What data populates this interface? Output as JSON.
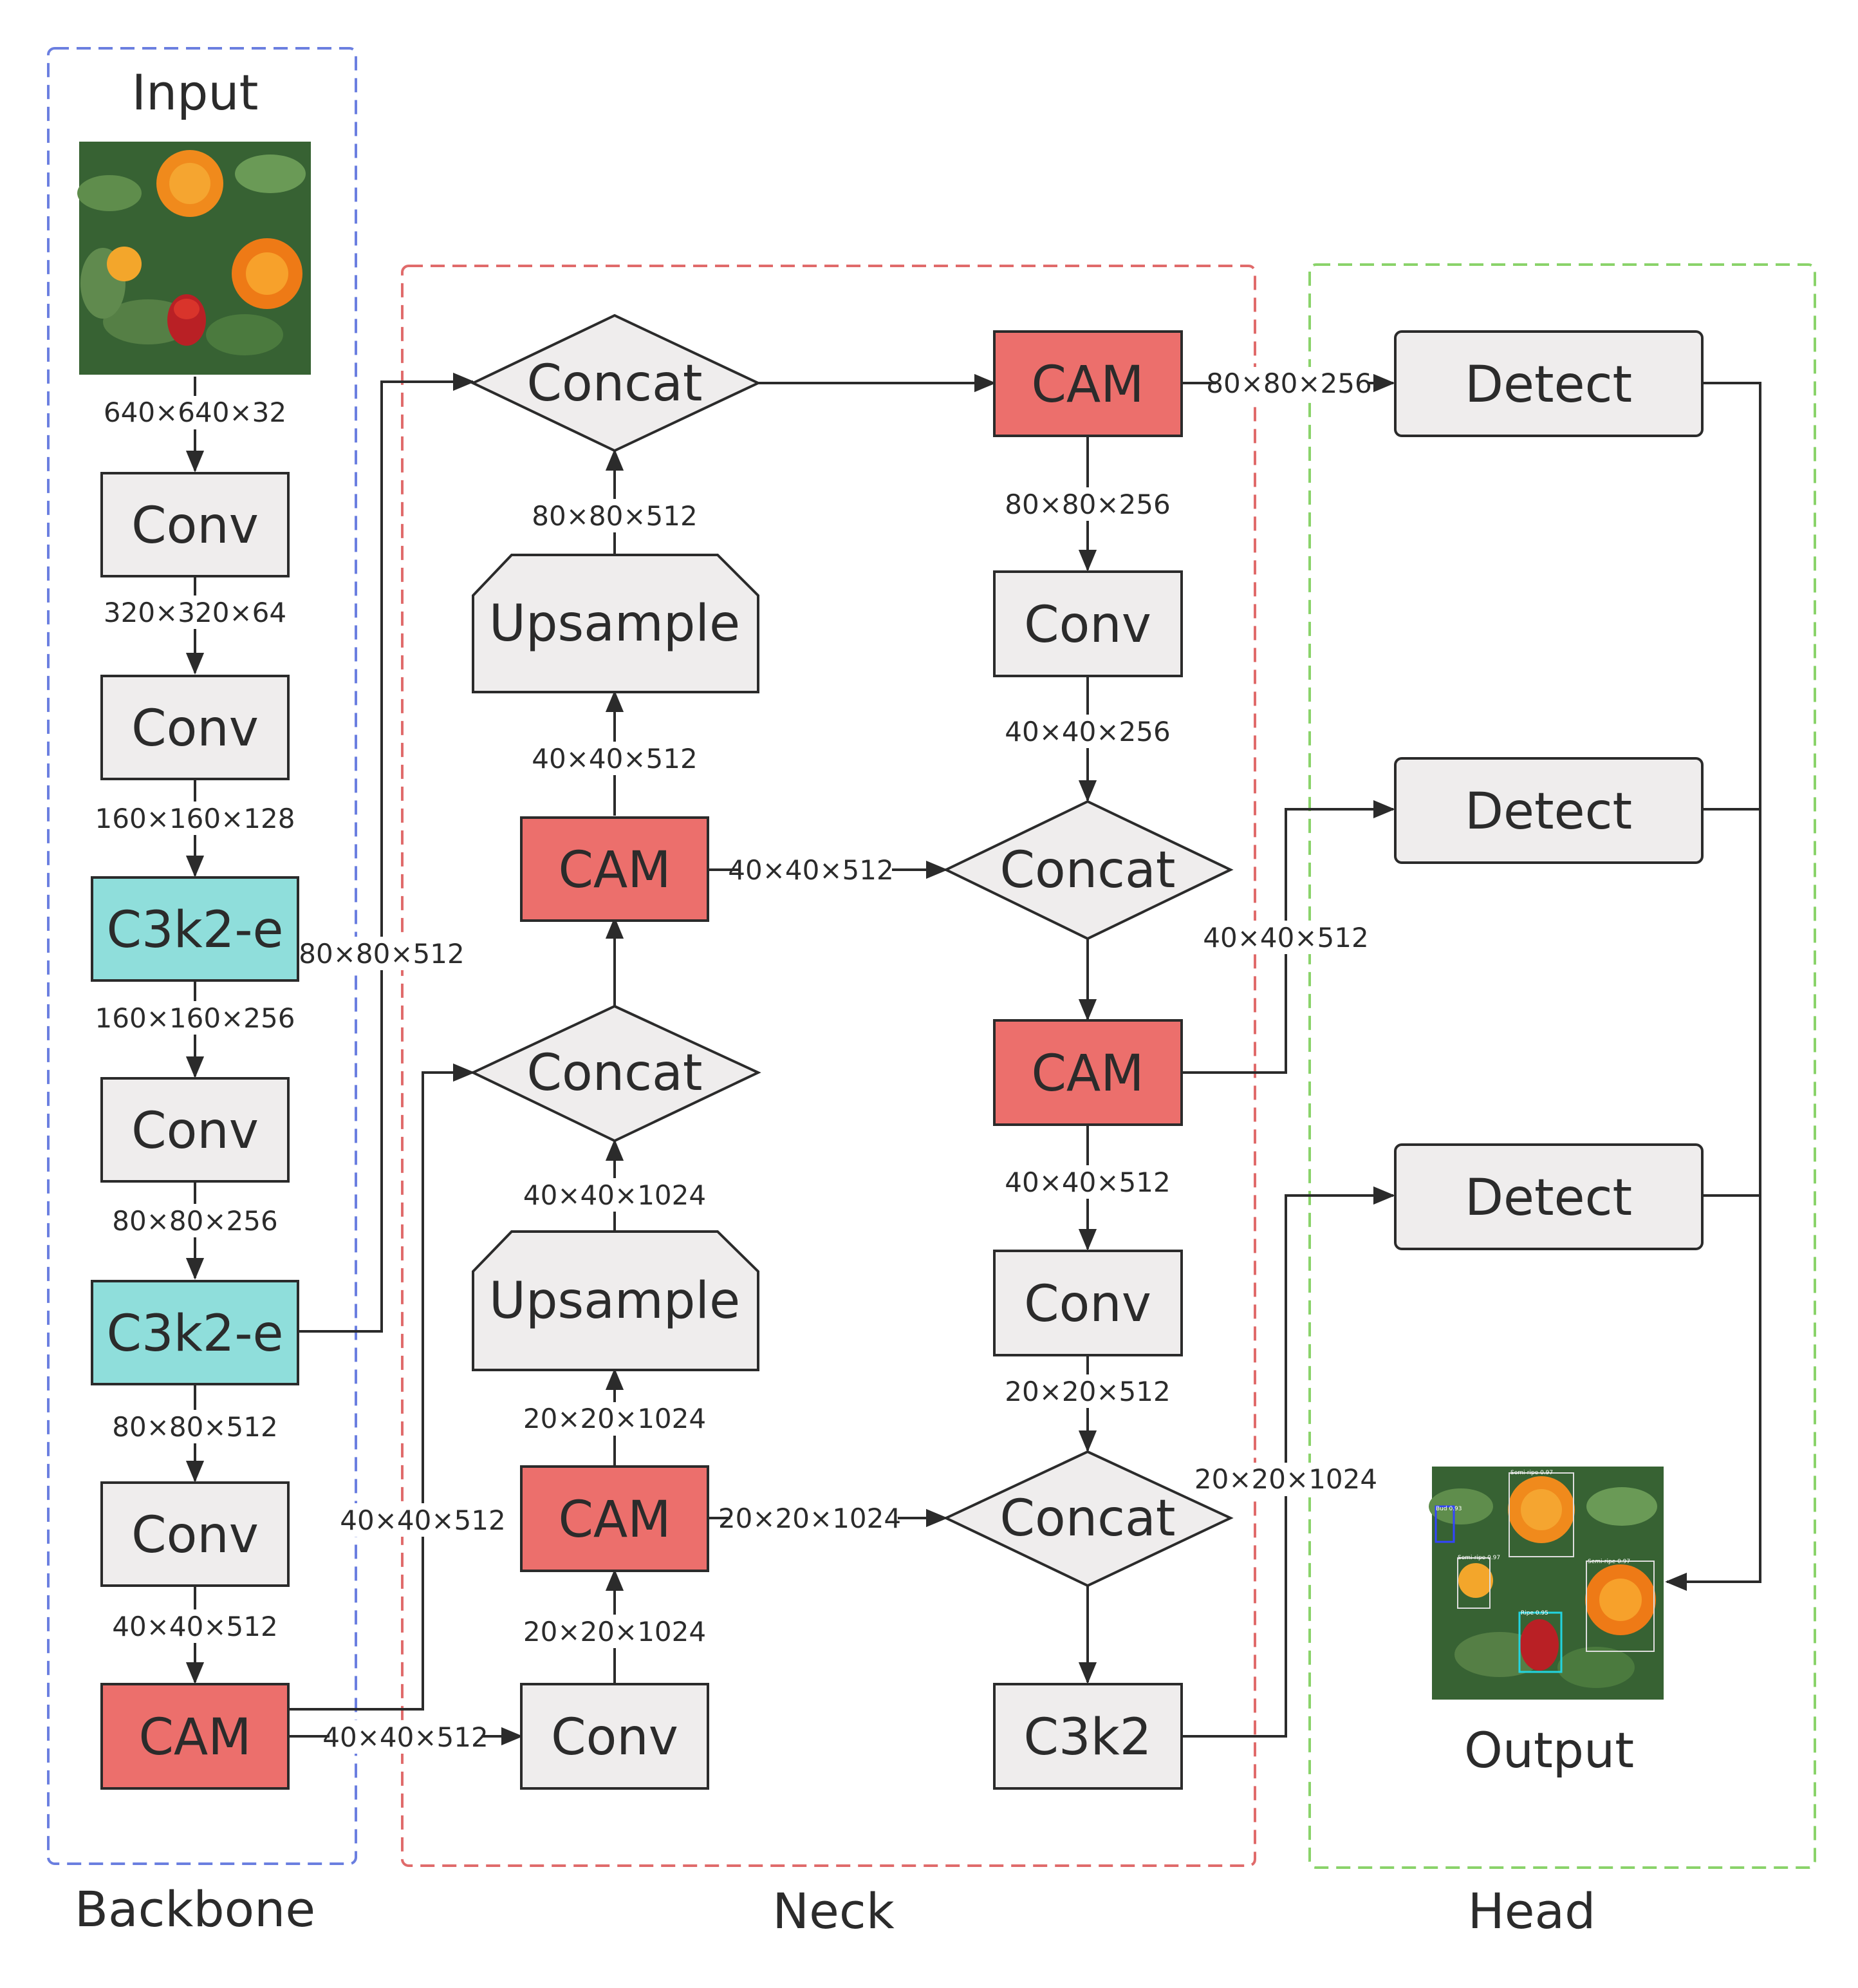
{
  "colors": {
    "backbone_border": "#6b7fe0",
    "neck_border": "#e06b6b",
    "head_border": "#8ad36a",
    "conv_fill": "#efeded",
    "cam_fill": "#ec6f6c",
    "c3k2e_fill": "#8fdedb",
    "line": "#2b2b2b"
  },
  "sections": {
    "backbone": "Backbone",
    "neck": "Neck",
    "head": "Head"
  },
  "titles": {
    "input": "Input",
    "output": "Output"
  },
  "images": {
    "input": "safflower-field-photo",
    "output": "safflower-detection-result-photo"
  },
  "nodes": {
    "bb_conv1": "Conv",
    "bb_conv2": "Conv",
    "bb_c3k2e1": "C3k2-e",
    "bb_conv3": "Conv",
    "bb_c3k2e2": "C3k2-e",
    "bb_conv4": "Conv",
    "bb_cam": "CAM",
    "n_concat1": "Concat",
    "n_upsample1": "Upsample",
    "n_cam1": "CAM",
    "n_concat2": "Concat",
    "n_upsample2": "Upsample",
    "n_cam2": "CAM",
    "n_conv1": "Conv",
    "n_cam3": "CAM",
    "n_conv2": "Conv",
    "n_concat3": "Concat",
    "n_cam4": "CAM",
    "n_conv3": "Conv",
    "n_concat4": "Concat",
    "n_c3k2": "C3k2",
    "h_detect1": "Detect",
    "h_detect2": "Detect",
    "h_detect3": "Detect"
  },
  "edge_labels": {
    "e_input_conv": "640×640×32",
    "e_conv_conv": "320×320×64",
    "e_conv_c3k2e": "160×160×128",
    "e_c3k2e_conv": "160×160×256",
    "e_conv_c3k2e2": "80×80×256",
    "e_c3k2e2_conv": "80×80×512",
    "e_conv_cam": "40×40×512",
    "e_c3k2e2_concat1": "80×80×512",
    "e_bbcam_concat2": "40×40×512",
    "e_bbcam_nconv": "40×40×512",
    "e_nconv_cam2": "20×20×1024",
    "e_cam2_up2": "20×20×1024",
    "e_up2_concat2": "40×40×1024",
    "e_cam1_up1": "40×40×512",
    "e_up1_concat1": "80×80×512",
    "e_cam3_detect1": "80×80×256",
    "e_cam3_conv2": "80×80×256",
    "e_conv2_concat3": "40×40×256",
    "e_cam1_concat3": "40×40×512",
    "e_cam4_detect2": "40×40×512",
    "e_cam4_conv3": "40×40×512",
    "e_conv3_concat4": "20×20×512",
    "e_cam2_concat4": "20×20×1024",
    "e_c3k2_detect3": "20×20×1024"
  },
  "detections": {
    "d1": "Bud 0.93",
    "d2": "Semi-ripe 0.97",
    "d3": "Semi-ripe 0.97",
    "d4": "Semi-ripe 0.97",
    "d5": "Ripe 0.95"
  }
}
